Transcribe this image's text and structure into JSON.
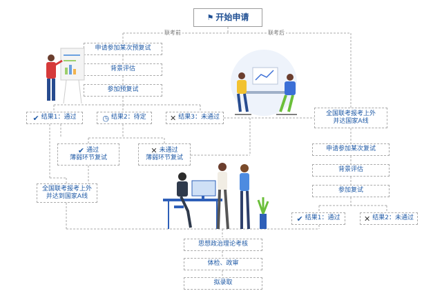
{
  "start": {
    "label": "开始申请",
    "icon": "flag-icon"
  },
  "branches": {
    "before": "联考前",
    "after": "联考后"
  },
  "left": {
    "steps": [
      "申请参加某次预复试",
      "背景评估",
      "参加预复试"
    ],
    "result1": {
      "icon": "check-icon",
      "label": "结果1：通过"
    },
    "result2": {
      "icon": "clock-icon",
      "label": "结果2：待定"
    },
    "result3": {
      "icon": "cross-icon",
      "label": "结果3：未通过"
    },
    "pass_weak": {
      "icon": "check-icon",
      "line1": "通过",
      "line2": "薄弱环节复试"
    },
    "fail_weak": {
      "icon": "cross-icon",
      "line1": "未通过",
      "line2": "薄弱环节复试"
    },
    "national": {
      "line1": "全国联考报考上外",
      "line2": "并达到国家A线"
    }
  },
  "right": {
    "national": {
      "line1": "全国联考报考上外",
      "line2": "并达国家A线"
    },
    "steps": [
      "申请参加某次复试",
      "背景评估",
      "参加复试"
    ],
    "result1": {
      "icon": "check-icon",
      "label": "结果1：通过"
    },
    "result2": {
      "icon": "cross-icon",
      "label": "结果2：未通过"
    }
  },
  "final": [
    "思想政治理论考核",
    "体检、政审",
    "拟录取"
  ],
  "colors": {
    "accent": "#1f5aa6",
    "line": "#a9a9a9",
    "blue_shirt": "#3b6fd6",
    "green": "#6bbf3a"
  }
}
